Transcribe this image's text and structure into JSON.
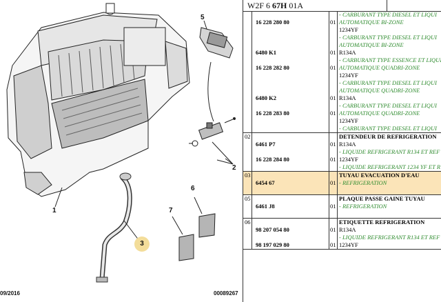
{
  "header": {
    "code_prefix": "W2F 6 ",
    "code_bold": "67H",
    "code_suffix": " 01A"
  },
  "diagram": {
    "callouts": [
      "1",
      "2",
      "3",
      "5",
      "6",
      "7"
    ],
    "highlight_callout": "3",
    "date": "09/2016",
    "ref_number": "00089267"
  },
  "rows": [
    {
      "pos": "",
      "ref": "",
      "qty": "",
      "desc": "- CARBURANT TYPE DIESEL ET LIQUI",
      "style": "g"
    },
    {
      "pos": "",
      "ref": "16 228 280 80",
      "qty": "01",
      "desc": "AUTOMATIQUE BI-ZONE",
      "style": "g"
    },
    {
      "pos": "",
      "ref": "",
      "qty": "",
      "desc": "1234YF",
      "style": ""
    },
    {
      "pos": "",
      "ref": "",
      "qty": "",
      "desc": "- CARBURANT TYPE DIESEL ET LIQUI",
      "style": "g"
    },
    {
      "pos": "",
      "ref": "",
      "qty": "",
      "desc": "AUTOMATIQUE BI-ZONE",
      "style": "g"
    },
    {
      "pos": "",
      "ref": "6480 K1",
      "qty": "01",
      "desc": "R134A",
      "style": ""
    },
    {
      "pos": "",
      "ref": "",
      "qty": "",
      "desc": "- CARBURANT TYPE ESSENCE ET LIQUI",
      "style": "g"
    },
    {
      "pos": "",
      "ref": "16 228 282 80",
      "qty": "01",
      "desc": "AUTOMATIQUE QUADRI-ZONE",
      "style": "g"
    },
    {
      "pos": "",
      "ref": "",
      "qty": "",
      "desc": "1234YF",
      "style": ""
    },
    {
      "pos": "",
      "ref": "",
      "qty": "",
      "desc": "- CARBURANT TYPE DIESEL ET LIQUI",
      "style": "g"
    },
    {
      "pos": "",
      "ref": "",
      "qty": "",
      "desc": "AUTOMATIQUE QUADRI-ZONE",
      "style": "g"
    },
    {
      "pos": "",
      "ref": "6480 K2",
      "qty": "01",
      "desc": "R134A",
      "style": ""
    },
    {
      "pos": "",
      "ref": "",
      "qty": "",
      "desc": "- CARBURANT TYPE DIESEL ET LIQUI",
      "style": "g"
    },
    {
      "pos": "",
      "ref": "16 228 283 80",
      "qty": "01",
      "desc": "AUTOMATIQUE QUADRI-ZONE",
      "style": "g"
    },
    {
      "pos": "",
      "ref": "",
      "qty": "",
      "desc": "1234YF",
      "style": ""
    },
    {
      "pos": "",
      "ref": "",
      "qty": "",
      "desc": "- CARBURANT TYPE DIESEL ET LIQUI",
      "style": "g"
    }
  ],
  "groups": [
    {
      "pos": "02",
      "lines": [
        {
          "ref": "",
          "qty": "",
          "desc": "DETENDEUR DE REFRIGERATION",
          "style": "b"
        },
        {
          "ref": "6461 P7",
          "qty": "01",
          "desc": "R134A",
          "style": ""
        },
        {
          "ref": "",
          "qty": "",
          "desc": "- LIQUIDE REFRIGERANT R134 ET REF",
          "style": "g"
        },
        {
          "ref": "16 228 284 80",
          "qty": "01",
          "desc": "1234YF",
          "style": ""
        },
        {
          "ref": "",
          "qty": "",
          "desc": "- LIQUIDE REFRIGERANT 1234 YF ET R",
          "style": "g"
        }
      ]
    },
    {
      "pos": "03",
      "highlight": true,
      "lines": [
        {
          "ref": "",
          "qty": "",
          "desc": "TUYAU EVACUATION D'EAU",
          "style": "b"
        },
        {
          "ref": "6454 67",
          "qty": "01",
          "desc": "- REFRIGERATION",
          "style": "g"
        },
        {
          "ref": "",
          "qty": "",
          "desc": "",
          "style": ""
        }
      ]
    },
    {
      "pos": "05",
      "lines": [
        {
          "ref": "",
          "qty": "",
          "desc": "PLAQUE PASSE GAINE TUYAU",
          "style": "b"
        },
        {
          "ref": "6461 J8",
          "qty": "01",
          "desc": "- REFRIGERATION",
          "style": "g"
        },
        {
          "ref": "",
          "qty": "",
          "desc": "",
          "style": ""
        }
      ]
    },
    {
      "pos": "06",
      "lines": [
        {
          "ref": "",
          "qty": "",
          "desc": "ETIQUETTE REFRIGERATION",
          "style": "b"
        },
        {
          "ref": "98 207 054 80",
          "qty": "01",
          "desc": "R134A",
          "style": ""
        },
        {
          "ref": "",
          "qty": "",
          "desc": "- LIQUIDE REFRIGERANT R134 ET REF",
          "style": "g"
        },
        {
          "ref": "98 197 029 80",
          "qty": "01",
          "desc": "1234YF",
          "style": ""
        }
      ]
    }
  ]
}
